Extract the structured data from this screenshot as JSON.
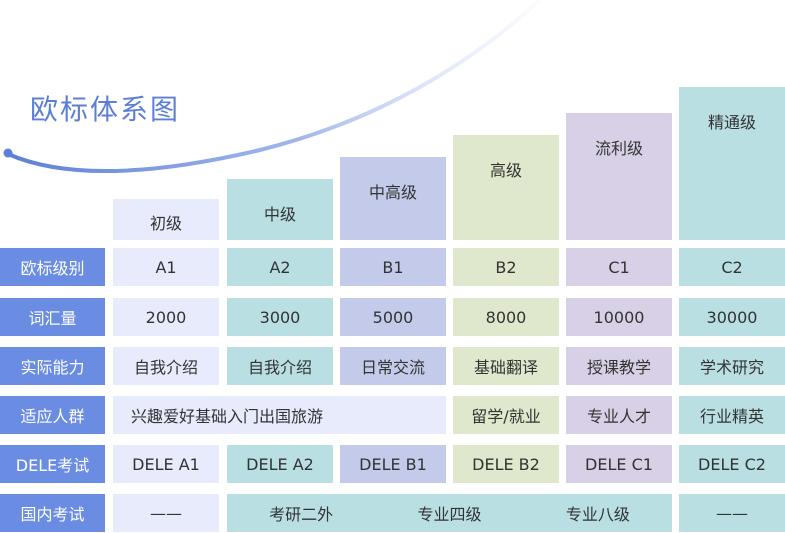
{
  "title": "欧标体系图",
  "levels": [
    "初级",
    "中级",
    "中高级",
    "高级",
    "流利级",
    "精通级"
  ],
  "rows": [
    {
      "label": "欧标级别",
      "cells": [
        "A1",
        "A2",
        "B1",
        "B2",
        "C1",
        "C2"
      ]
    },
    {
      "label": "词汇量",
      "cells": [
        "2000",
        "3000",
        "5000",
        "8000",
        "10000",
        "30000"
      ]
    },
    {
      "label": "实际能力",
      "cells": [
        "自我介绍",
        "自我介绍",
        "日常交流",
        "基础翻译",
        "授课教学",
        "学术研究"
      ]
    },
    {
      "label": "适应人群",
      "wide": "兴趣爱好基础入门出国旅游",
      "cells": [
        "留学/就业",
        "专业人才",
        "行业精英"
      ]
    },
    {
      "label": "DELE考试",
      "cells": [
        "DELE A1",
        "DELE A2",
        "DELE B1",
        "DELE B2",
        "DELE C1",
        "DELE C2"
      ]
    },
    {
      "label": "国内考试",
      "first": "——",
      "middle": [
        "考研二外",
        "专业四级",
        "专业八级"
      ],
      "last": "——"
    }
  ],
  "colors": {
    "accent": "#6a8ce2",
    "title": "#5b7fd6",
    "a1": "#e7ebfb",
    "a2": "#b9dfe3",
    "b1": "#c4cbea",
    "b2": "#dfe8cc",
    "c1": "#d8d0e6",
    "c2": "#b9dfe3"
  }
}
